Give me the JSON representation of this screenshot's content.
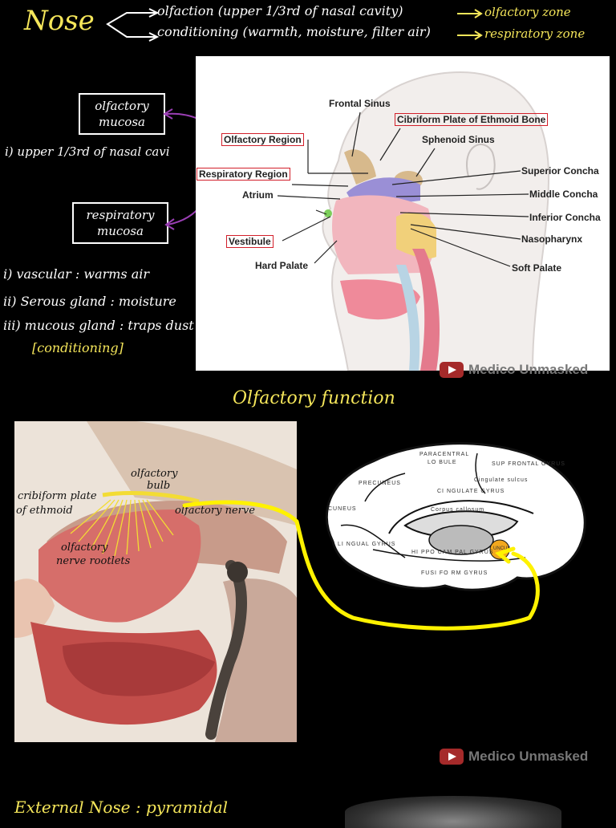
{
  "header": {
    "title": "Nose",
    "line1": "olfaction (upper 1/3rd of nasal cavity)",
    "line1_result": "olfactory zone",
    "line2": "conditioning (warmth, moisture, filter air)",
    "line2_result": "respiratory zone"
  },
  "notes": {
    "olfactory_mucosa_l1": "olfactory",
    "olfactory_mucosa_l2": "mucosa",
    "upper_third": "i) upper 1/3rd of nasal cavi",
    "respiratory_mucosa_l1": "respiratory",
    "respiratory_mucosa_l2": "mucosa",
    "point1": "i) vascular : warms air",
    "point2": "ii) Serous gland : moisture",
    "point3": "iii) mucous gland : traps dust",
    "conditioning": "[conditioning]"
  },
  "diagram1": {
    "frontal_sinus": "Frontal Sinus",
    "cribriform": "Cibriform Plate of Ethmoid Bone",
    "sphenoid_sinus": "Sphenoid Sinus",
    "olfactory_region": "Olfactory Region",
    "respiratory_region": "Respiratory Region",
    "atrium": "Atrium",
    "vestibule": "Vestibule",
    "hard_palate": "Hard Palate",
    "superior_concha": "Superior Concha",
    "middle_concha": "Middle Concha",
    "inferior_concha": "Inferior Concha",
    "nasopharynx": "Nasopharynx",
    "soft_palate": "Soft Palate"
  },
  "watermark": "Medico Unmasked",
  "section2": {
    "title": "Olfactory function",
    "cribriform": "cribiform plate",
    "of_ethmoid": "of ethmoid",
    "olfactory_bulb_l1": "olfactory",
    "olfactory_bulb_l2": "bulb",
    "olfactory_nerve": "olfactory nerve",
    "rootlet_l1": "olfactory",
    "rootlet_l2": "nerve rootlets"
  },
  "brain": {
    "paracentral": "PARACENTRAL",
    "lobule": "LO BULE",
    "sup_frontal": "SUP FRONTAL GYRUS",
    "cingulate_sulcus": "Cingulate sulcus",
    "cingulate_gyrus": "CI NGULATE GYRUS",
    "corpus_callosum": "Corpus callosum",
    "precuneus": "PRECUNEUS",
    "cuneus": "CUNEUS",
    "lingual": "LI NGUAL GYRUS",
    "hippocampal": "HI PPO CAM PAL GYRUS",
    "fusiform": "FUSI FO RM GYRUS",
    "uncus": "UNCUS"
  },
  "footer": {
    "text": "External Nose : pyramidal"
  }
}
